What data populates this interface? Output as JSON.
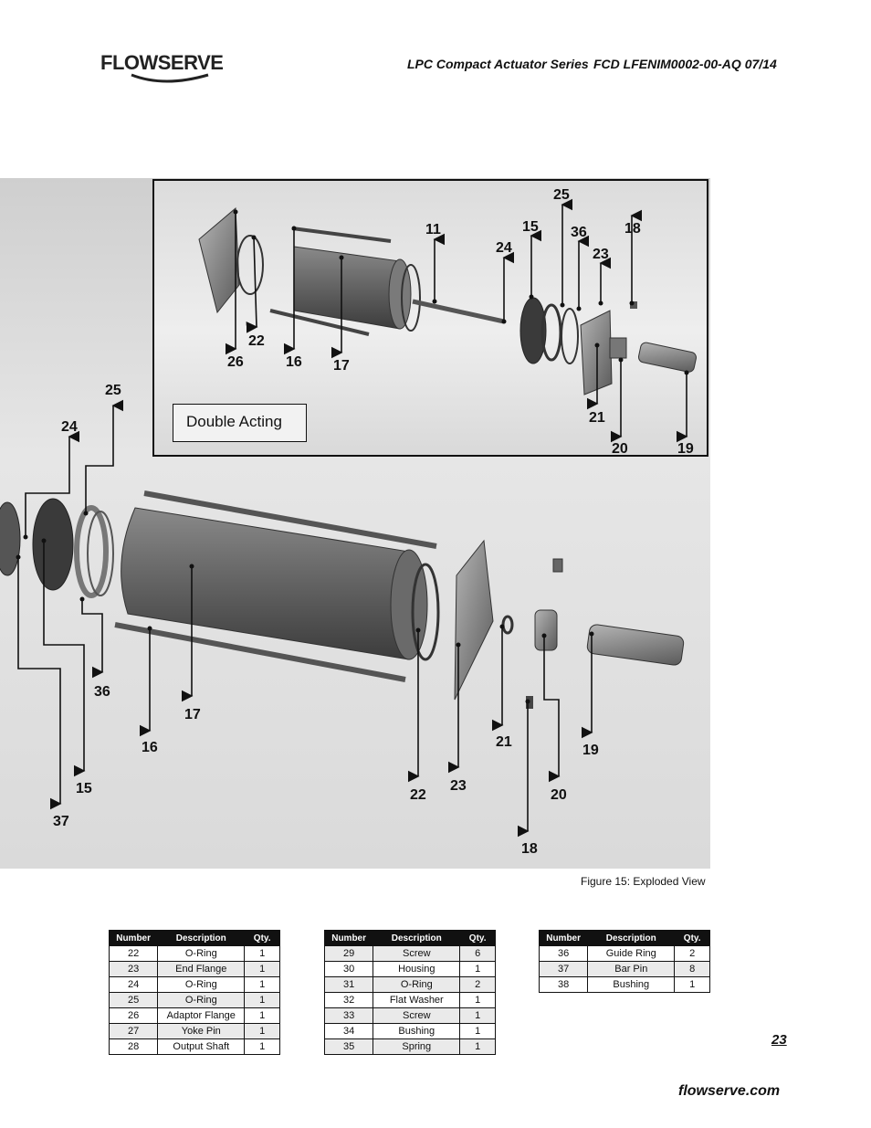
{
  "header": {
    "logo_text": "FLOWSERVE",
    "series_title": "LPC Compact Actuator Series",
    "doc_code": "FCD LFENIM0002-00-AQ   07/14"
  },
  "figure": {
    "inset_label": "Double Acting",
    "caption": "Figure 15: Exploded View",
    "inset_callouts": [
      "25",
      "11",
      "15",
      "36",
      "18",
      "24",
      "23",
      "22",
      "26",
      "16",
      "17",
      "21",
      "20",
      "19"
    ],
    "main_callouts": [
      "25",
      "24",
      "36",
      "17",
      "16",
      "15",
      "37",
      "22",
      "23",
      "21",
      "19",
      "20",
      "18"
    ]
  },
  "tables": {
    "headers": [
      "Number",
      "Description",
      "Qty."
    ],
    "table1": [
      [
        "22",
        "O-Ring",
        "1"
      ],
      [
        "23",
        "End Flange",
        "1"
      ],
      [
        "24",
        "O-Ring",
        "1"
      ],
      [
        "25",
        "O-Ring",
        "1"
      ],
      [
        "26",
        "Adaptor Flange",
        "1"
      ],
      [
        "27",
        "Yoke Pin",
        "1"
      ],
      [
        "28",
        "Output Shaft",
        "1"
      ]
    ],
    "table2": [
      [
        "29",
        "Screw",
        "6"
      ],
      [
        "30",
        "Housing",
        "1"
      ],
      [
        "31",
        "O-Ring",
        "2"
      ],
      [
        "32",
        "Flat Washer",
        "1"
      ],
      [
        "33",
        "Screw",
        "1"
      ],
      [
        "34",
        "Bushing",
        "1"
      ],
      [
        "35",
        "Spring",
        "1"
      ]
    ],
    "table3": [
      [
        "36",
        "Guide Ring",
        "2"
      ],
      [
        "37",
        "Bar Pin",
        "8"
      ],
      [
        "38",
        "Bushing",
        "1"
      ]
    ]
  },
  "footer": {
    "page_number": "23",
    "url": "flowserve.com"
  }
}
